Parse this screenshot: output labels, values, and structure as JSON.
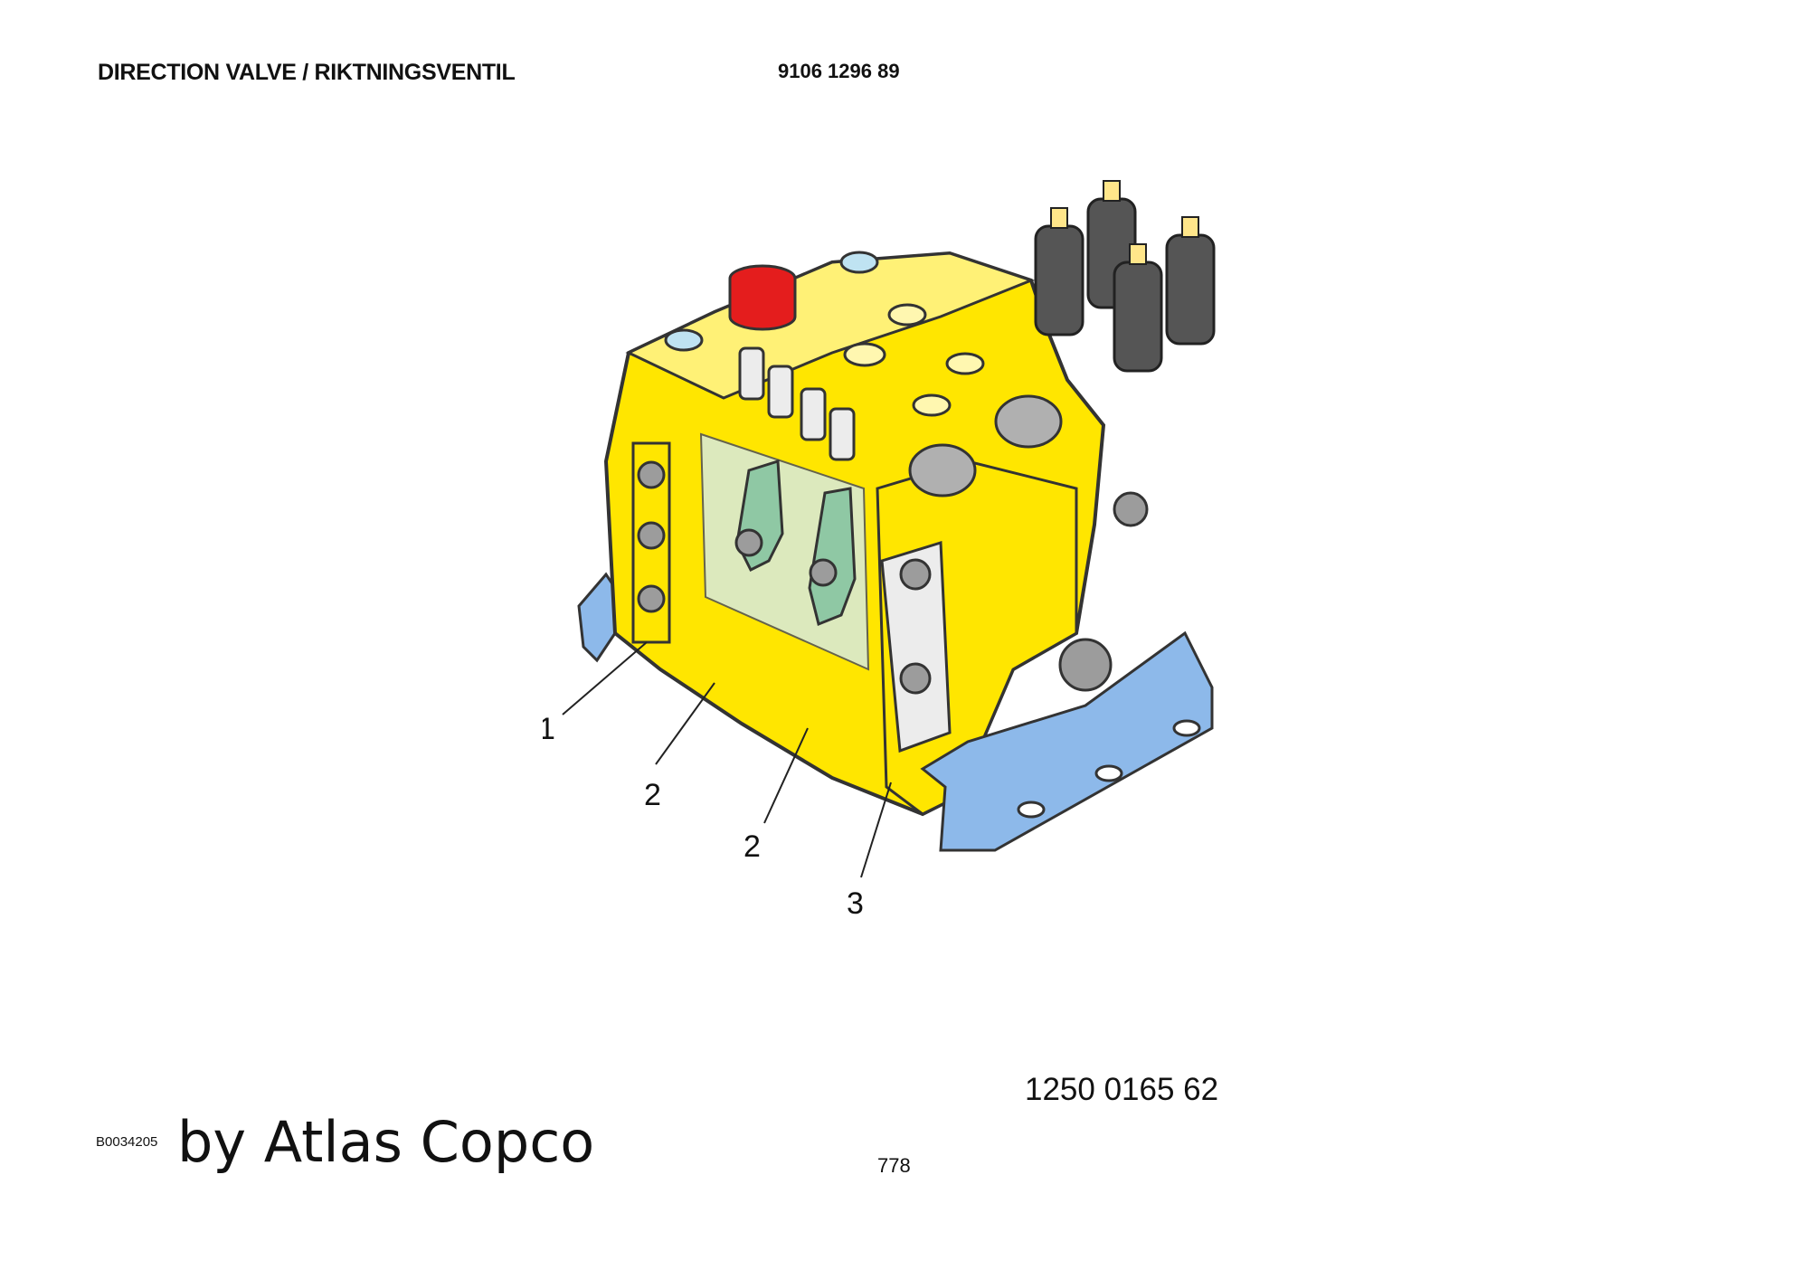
{
  "header": {
    "title": "DIRECTION VALVE / RIKTNINGSVENTIL",
    "part_number": "9106 1296 89"
  },
  "illustration": {
    "subject": "direction valve assembly",
    "callouts": [
      {
        "label": "1"
      },
      {
        "label": "2"
      },
      {
        "label": "2"
      },
      {
        "label": "3"
      }
    ]
  },
  "footer": {
    "drawing_number": "1250 0165 62",
    "image_id": "B0034205",
    "brand": "by Atlas Copco",
    "page_number": "778"
  },
  "colors": {
    "valve_body": "#ffe600",
    "red_cap": "#e41d1d",
    "bracket": "#8db9ea",
    "lever_plate": "#8fc8a4",
    "coil": "#555555"
  }
}
